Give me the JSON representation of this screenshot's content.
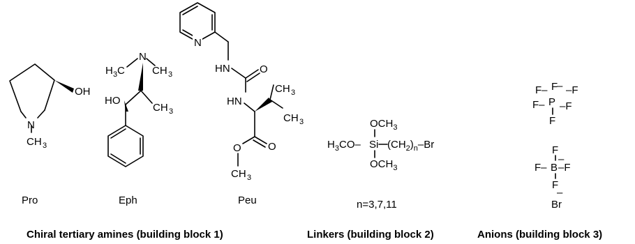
{
  "compounds": {
    "pro": {
      "label": "Pro"
    },
    "eph": {
      "label": "Eph"
    },
    "peu": {
      "label": "Peu"
    },
    "linker": {
      "label": "n=3,7,11"
    },
    "br_anion": {
      "label": "Br"
    }
  },
  "captions": {
    "amines": "Chiral tertiary amines (building block 1)",
    "linkers": "Linkers (building block 2)",
    "anions": "Anions (building block 3)"
  },
  "atoms": {
    "n": "N",
    "o": "O",
    "h": "H",
    "c": "C",
    "si": "Si",
    "br": "Br",
    "f": "F",
    "p": "P",
    "b": "B",
    "hn": "HN",
    "ho": "HO",
    "oh": "OH",
    "ch3": "CH",
    "h3c": "H",
    "three": "3",
    "two": "2",
    "sub_n": "n",
    "ch2": "(CH",
    "paren_close": ")",
    "minus": "–",
    "dash": "–"
  }
}
